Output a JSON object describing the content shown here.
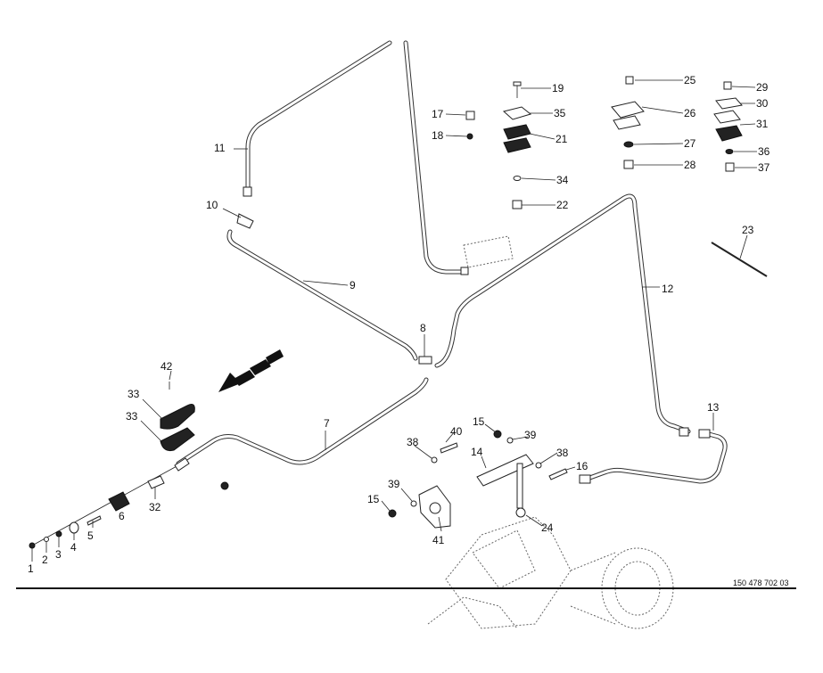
{
  "drawing_number": "150 478 702 03",
  "callouts": [
    "1",
    "2",
    "3",
    "4",
    "5",
    "6",
    "7",
    "8",
    "9",
    "10",
    "11",
    "12",
    "13",
    "14",
    "15",
    "15",
    "16",
    "17",
    "18",
    "19",
    "21",
    "22",
    "23",
    "24",
    "25",
    "26",
    "27",
    "28",
    "29",
    "30",
    "31",
    "32",
    "33",
    "33",
    "34",
    "35",
    "36",
    "37",
    "38",
    "38",
    "39",
    "39",
    "40",
    "41",
    "42"
  ],
  "colors": {
    "line": "#222222",
    "background": "#ffffff"
  }
}
